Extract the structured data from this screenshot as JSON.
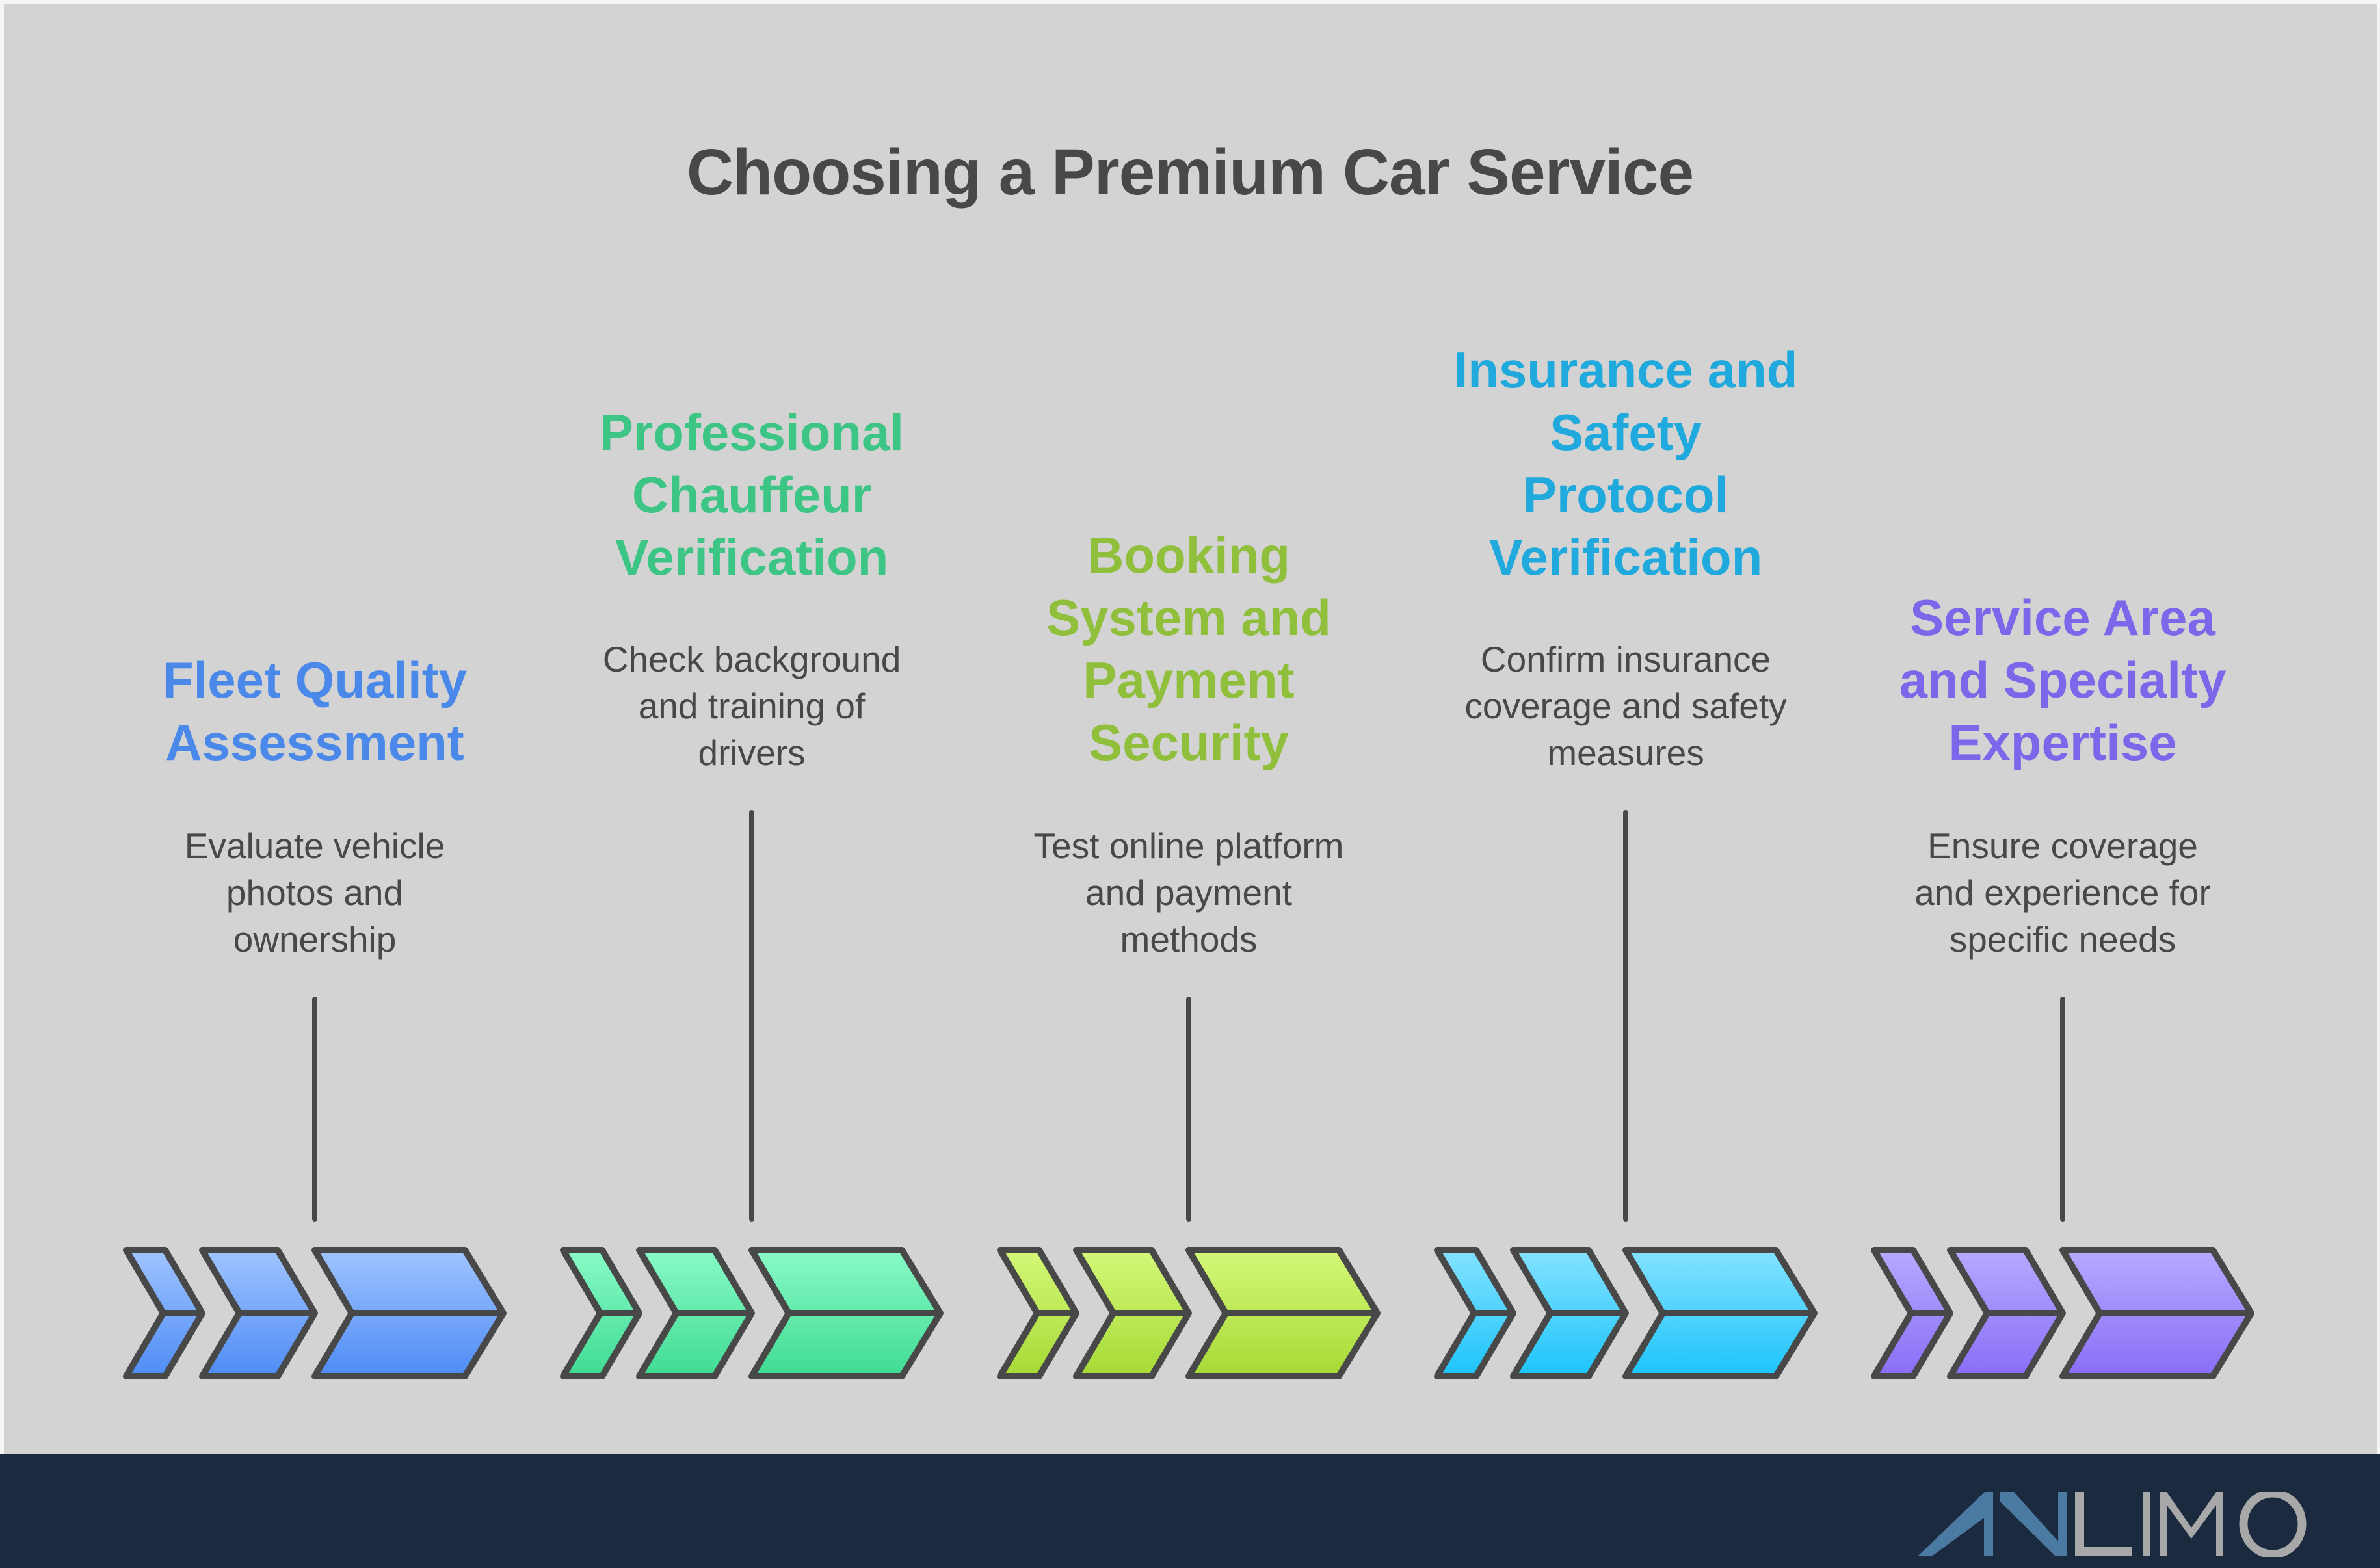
{
  "title": "Choosing a Premium Car Service",
  "stroke_color": "#484848",
  "steps": [
    {
      "title_lines": [
        "Fleet Quality",
        "Assessment"
      ],
      "desc_lines": [
        "Evaluate vehicle",
        "photos and",
        "ownership"
      ],
      "title_color": "#4a88ea",
      "gradient": [
        "#a0c4ff",
        "#4e8cf5"
      ],
      "label_position": "low"
    },
    {
      "title_lines": [
        "Professional",
        "Chauffeur",
        "Verification"
      ],
      "desc_lines": [
        "Check background",
        "and training of",
        "drivers"
      ],
      "title_color": "#3cc584",
      "gradient": [
        "#88fac6",
        "#40db94"
      ],
      "label_position": "high"
    },
    {
      "title_lines": [
        "Booking",
        "System and",
        "Payment",
        "Security"
      ],
      "desc_lines": [
        "Test online platform",
        "and payment",
        "methods"
      ],
      "title_color": "#8fbf3b",
      "gradient": [
        "#d4f878",
        "#a6da36"
      ],
      "label_position": "low"
    },
    {
      "title_lines": [
        "Insurance and",
        "Safety",
        "Protocol",
        "Verification"
      ],
      "desc_lines": [
        "Confirm insurance",
        "coverage and safety",
        "measures"
      ],
      "title_color": "#1fa9dc",
      "gradient": [
        "#84e2ff",
        "#1cc4fb"
      ],
      "label_position": "high"
    },
    {
      "title_lines": [
        "Service Area",
        "and Specialty",
        "Expertise"
      ],
      "desc_lines": [
        "Ensure coverage",
        "and experience for",
        "specific needs"
      ],
      "title_color": "#7a67ea",
      "gradient": [
        "#b6aaff",
        "#8a6df7"
      ],
      "label_position": "low"
    }
  ],
  "footer": {
    "logo_text": "AVILIMO",
    "logo_accent_color": "#4b7aa3",
    "logo_main_color": "#a8a8a8",
    "background": "#1b2a3f"
  }
}
